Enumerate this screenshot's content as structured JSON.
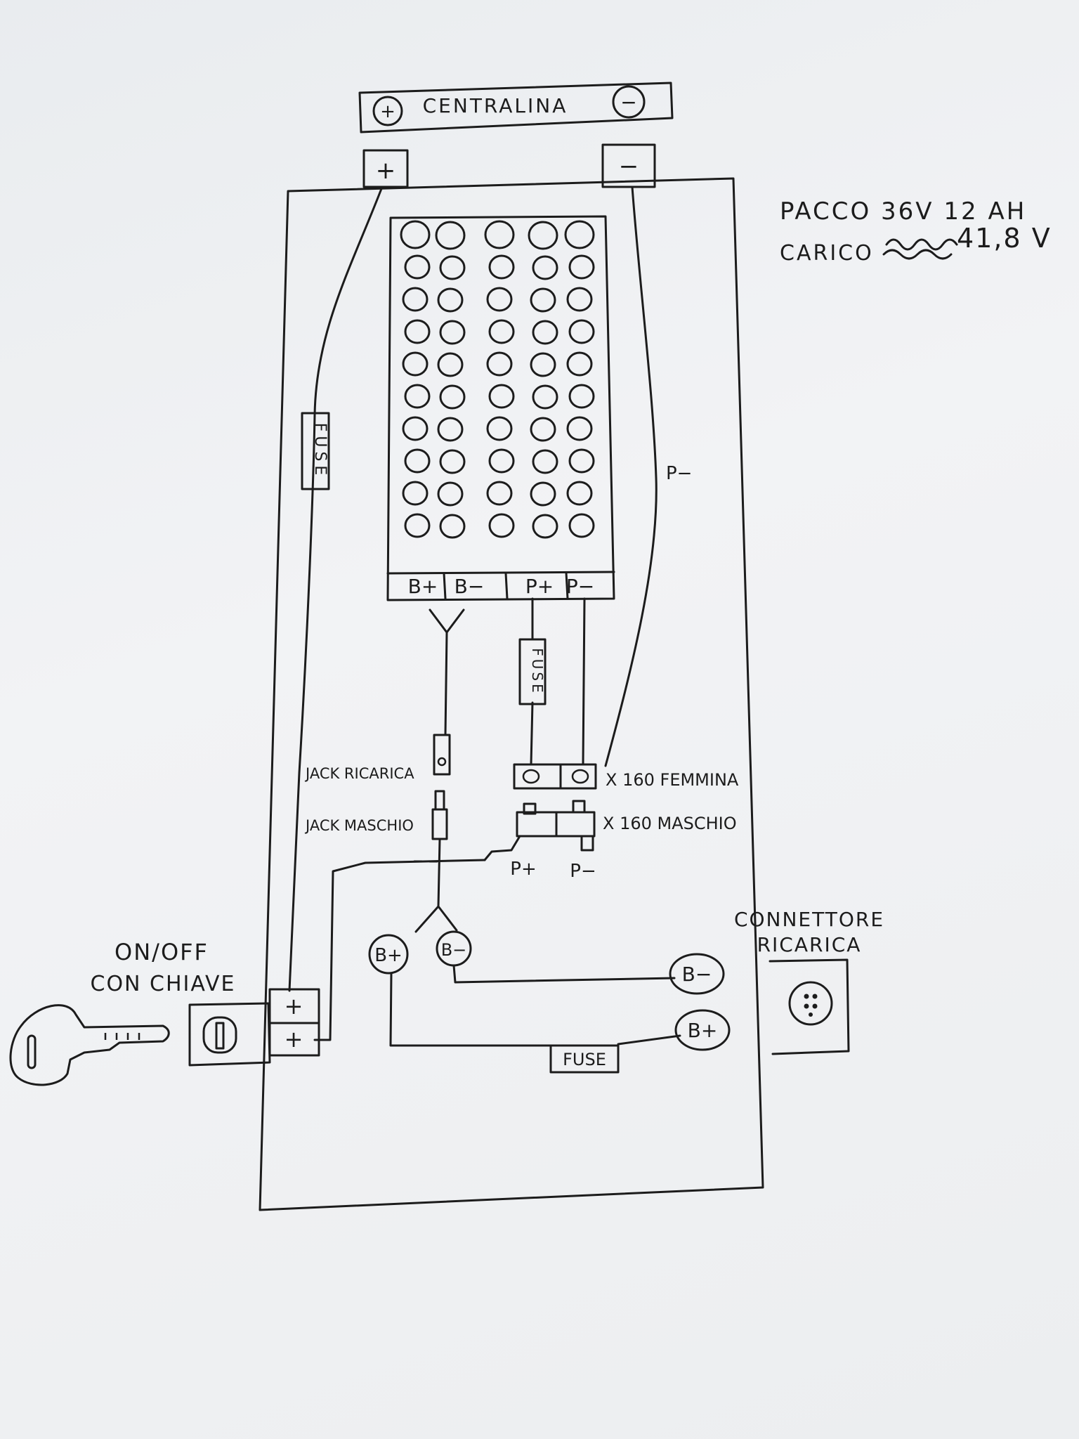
{
  "controller": {
    "label": "CENTRALINA",
    "plus": "+",
    "minus": "−"
  },
  "controller_terminals": {
    "plus": "+",
    "minus": "−"
  },
  "notes": {
    "pack_line": "PACCO  36V  12 AH",
    "charge_prefix": "CARICO",
    "charge_value": "41,8 V"
  },
  "bms": {
    "b_plus": "B+",
    "b_minus": "B−",
    "p_plus": "P+",
    "p_minus": "P−"
  },
  "labels": {
    "fuse_left": "FUSE",
    "fuse_mid": "FUSE",
    "fuse_bottom": "FUSE",
    "p_minus_wire": "P−",
    "jack_charge": "JACK RICARICA",
    "jack_male": "JACK MASCHIO",
    "xt60_female": "X 160  FEMMINA",
    "xt60_male": "X 160  MASCHIO",
    "p_plus_bottom": "P+",
    "p_minus_bottom": "P−",
    "b_plus_left": "B+",
    "b_minus_left": "B−",
    "b_minus_right": "B−",
    "b_plus_right": "B+",
    "switch_title_1": "ON/OFF",
    "switch_title_2": "CON CHIAVE",
    "switch_plus_top": "+",
    "switch_plus_bottom": "+",
    "connector_title_1": "CONNETTORE",
    "connector_title_2": "RICARICA"
  }
}
